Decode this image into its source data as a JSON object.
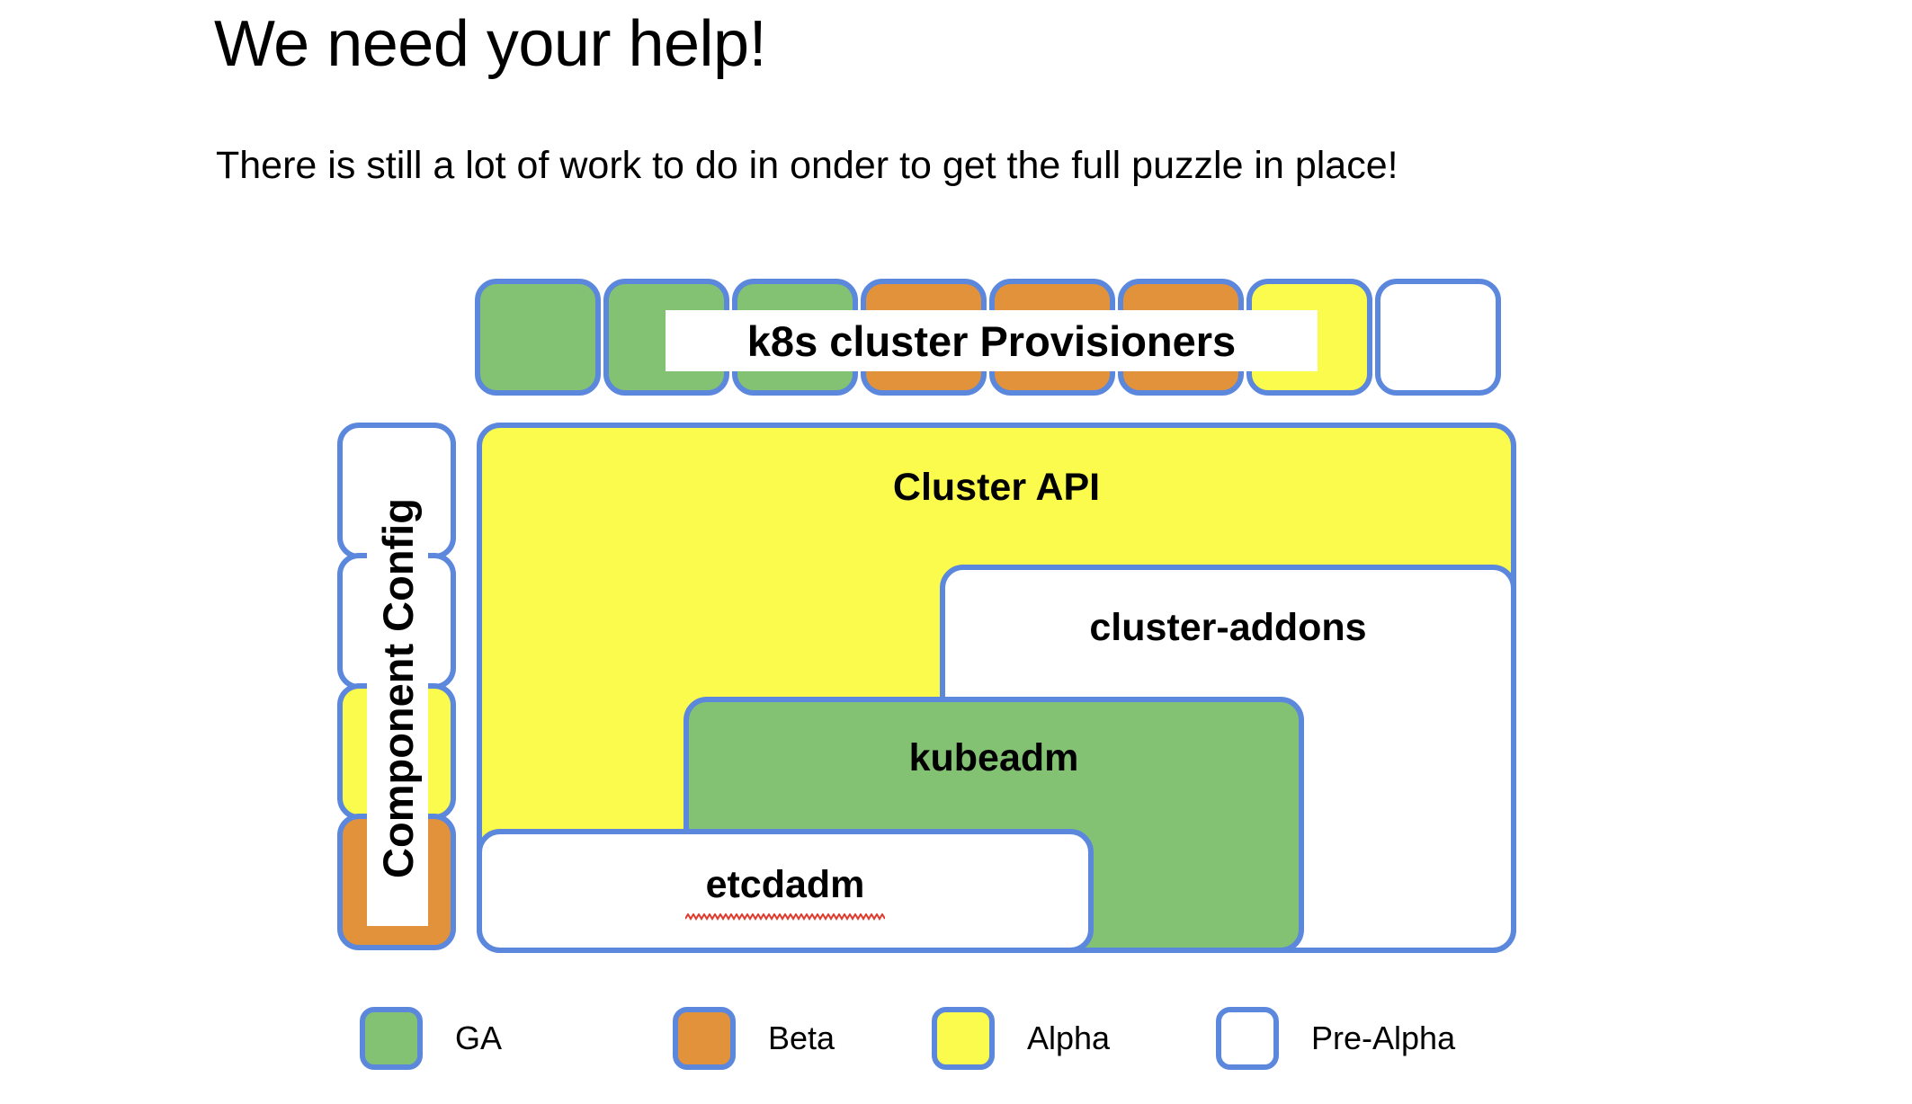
{
  "slide": {
    "title": "We need your help!",
    "subtitle": "There is still a lot of work to do in onder to get the full puzzle in place!"
  },
  "colors": {
    "border": "#5b87dc",
    "ga": "#83c273",
    "beta": "#e2923b",
    "alpha": "#fbfb4d",
    "prealpha": "#ffffff",
    "text": "#000000",
    "spellcheck": "#e03a2f"
  },
  "provisioner_row": {
    "label": "k8s cluster Provisioners",
    "tiles": [
      {
        "status": "ga"
      },
      {
        "status": "ga"
      },
      {
        "status": "ga"
      },
      {
        "status": "beta"
      },
      {
        "status": "beta"
      },
      {
        "status": "beta"
      },
      {
        "status": "alpha"
      },
      {
        "status": "prealpha"
      }
    ]
  },
  "component_config": {
    "label": "Component Config",
    "tiles": [
      {
        "status": "prealpha"
      },
      {
        "status": "prealpha"
      },
      {
        "status": "alpha"
      },
      {
        "status": "beta"
      }
    ]
  },
  "puzzle": {
    "cluster_api": {
      "label": "Cluster API",
      "status": "alpha"
    },
    "cluster_addons": {
      "label": "cluster-addons",
      "status": "prealpha"
    },
    "kubeadm": {
      "label": "kubeadm",
      "status": "ga"
    },
    "etcdadm": {
      "label": "etcdadm",
      "status": "prealpha",
      "misspelled": true
    }
  },
  "legend": {
    "items": [
      {
        "label": "GA",
        "status": "ga"
      },
      {
        "label": "Beta",
        "status": "beta"
      },
      {
        "label": "Alpha",
        "status": "alpha"
      },
      {
        "label": "Pre-Alpha",
        "status": "prealpha"
      }
    ]
  }
}
